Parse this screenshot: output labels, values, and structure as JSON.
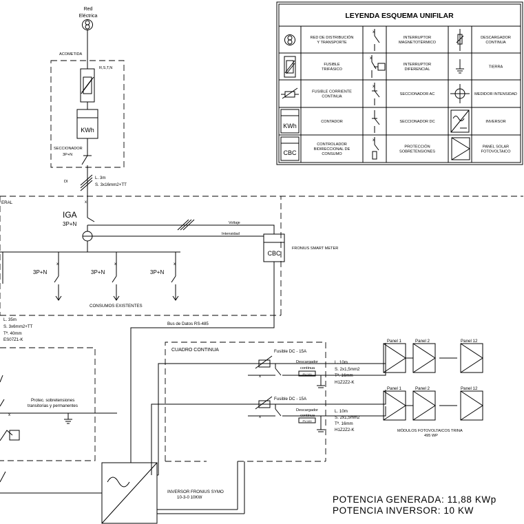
{
  "grid": {
    "title": "Red\nEléctrica",
    "title_line1": "Red",
    "title_line2": "Eléctrica"
  },
  "acometida": {
    "label": "ACOMETIDA",
    "phases": "R,S,T,N",
    "meter": "KWh",
    "seccionador": "SECCIONADOR",
    "seccionador_poles": "3P+N",
    "di": "DI",
    "cable_length": "L.    3m",
    "cable_section": "S.    3x16mm2+TT"
  },
  "general": {
    "label": "ERAL",
    "iga": "IGA",
    "iga_poles": "3P+N",
    "voltaje": "Voltaje",
    "intensidad": "Intensidad",
    "cbc": "CBC",
    "smart_meter": "FRONIUS  SMART  METER"
  },
  "consumos": {
    "label": "CONSUMOS  EXISTENTES",
    "poles": [
      "3P+N",
      "3P+N",
      "3P+N"
    ]
  },
  "ac_line": {
    "length": "L.    35m",
    "section": "S.    3x6mm2+TT",
    "temp": "Tª.   40mm",
    "type": "ES07Z1-K"
  },
  "bus": {
    "label": "Bus  de  Datos  RS-485"
  },
  "protec": {
    "line1": "Protec.  sobretensiones",
    "line2": "transitorias  y  permanentes"
  },
  "cuadro": {
    "label": "CUADRO   CONTINUA"
  },
  "dc_strings": [
    {
      "fuse": "Fusible  DC  -  15A",
      "desc1": "Descargador",
      "desc2": "continua",
      "box": "PV-100",
      "length": "L.    10m",
      "section": "S.    2x1,5mm2",
      "temp": "Tª.   16mm",
      "type": "H1Z2Z2-K",
      "panels": [
        "Panel  1",
        "Panel  2",
        "Panel  12"
      ]
    },
    {
      "fuse": "Fusible  DC  -  15A",
      "desc1": "Descargador",
      "desc2": "continua",
      "box": "PV-100",
      "length": "L.    10m",
      "section": "S.    2x1,5mm2",
      "temp": "Tª.   16mm",
      "type": "H1Z2Z2-K",
      "panels": [
        "Panel  1",
        "Panel  2",
        "Panel  12"
      ]
    }
  ],
  "modules": {
    "line1": "MÓDULOS  FOTOVOLTAICOS  TRINA",
    "line2": "495  WP"
  },
  "inverter": {
    "line1": "INVERSOR  FRONIUS  SYMO",
    "line2": "10-3-0  10KW"
  },
  "totals": {
    "generated": "POTENCIA  GENERADA:  11,88  KWp",
    "inverter": "POTENCIA  INVERSOR:  10  KW"
  },
  "legend": {
    "title": "LEYENDA ESQUEMA UNIFILAR",
    "rows": [
      [
        {
          "icon": "grid-transformer-icon",
          "text": [
            "RED DE DISTRIBUCIÓN",
            "Y TRANSPORTE"
          ]
        },
        {
          "icon": "mcb-breaker-icon",
          "text": [
            "INTERRUPTOR",
            "MAGNETOTÉRMICO"
          ]
        },
        {
          "icon": "dc-surge-arrester-icon",
          "text": [
            "DESCARGADOR",
            "CONTINUA"
          ]
        }
      ],
      [
        {
          "icon": "three-phase-fuse-icon",
          "text": [
            "FUSIBLE",
            "TRIFÁSICO"
          ]
        },
        {
          "icon": "differential-switch-icon",
          "text": [
            "INTERRUPTOR",
            "DIFERENCIAL"
          ]
        },
        {
          "icon": "earth-icon",
          "text": [
            "TIERRA"
          ]
        }
      ],
      [
        {
          "icon": "dc-fuse-icon",
          "text": [
            "FUSIBLE CORRIENTE",
            "CONTINUA"
          ]
        },
        {
          "icon": "ac-disconnector-icon",
          "text": [
            "SECCIONADOR AC"
          ]
        },
        {
          "icon": "current-meter-icon",
          "text": [
            "MEDIDOR INTENSIDAD"
          ]
        }
      ],
      [
        {
          "icon": "energy-meter-icon",
          "box": "KWh",
          "text": [
            "CONTADOR"
          ]
        },
        {
          "icon": "dc-disconnector-icon",
          "text": [
            "SECCIONADOR DC"
          ]
        },
        {
          "icon": "inverter-icon",
          "text": [
            "INVERSOR"
          ]
        }
      ],
      [
        {
          "icon": "cbc-controller-icon",
          "box": "CBC",
          "text": [
            "CONTROLADOR",
            "BIDIRECCIONAL DE",
            "CONSUMO"
          ]
        },
        {
          "icon": "surge-protection-icon",
          "text": [
            "PROTECCIÓN",
            "SOBRETENSIONES"
          ]
        },
        {
          "icon": "solar-panel-icon",
          "text": [
            "PANEL SOLAR",
            "FOTOVOLTAICO"
          ]
        }
      ]
    ]
  }
}
